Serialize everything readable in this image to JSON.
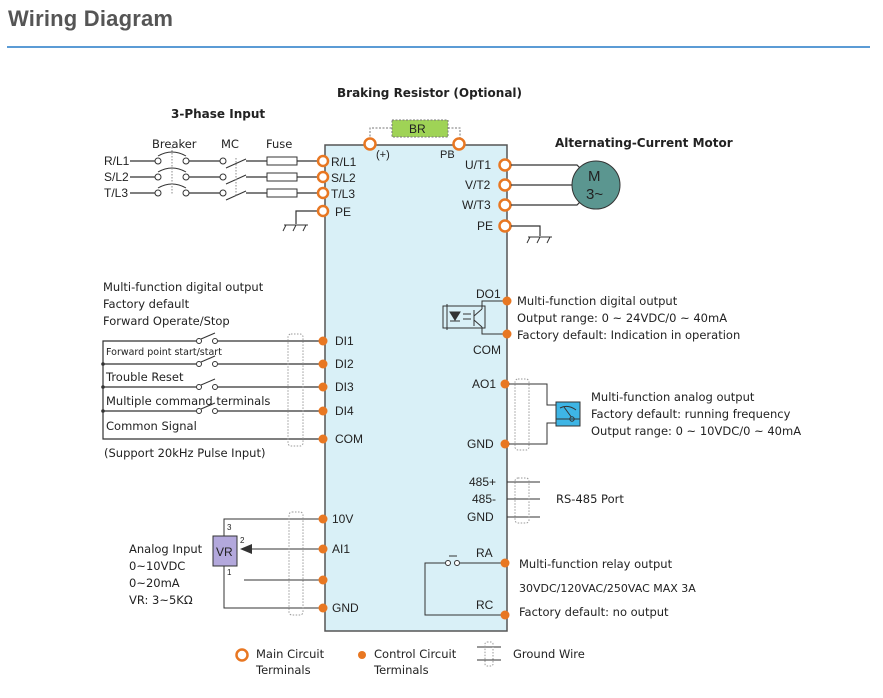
{
  "page": {
    "title": "Wiring Diagram",
    "accent_color": "#5b9bd5"
  },
  "colors": {
    "drive_fill": "#d9f0f7",
    "drive_stroke": "#555555",
    "terminal": "#e87722",
    "br_fill": "#9fd356",
    "motor_fill": "#5b9690",
    "vr_fill": "#b3a8dc",
    "meter_fill": "#3eb5e5"
  },
  "three_phase": {
    "heading": "3-Phase Input",
    "breaker_label": "Breaker",
    "mc_label": "MC",
    "fuse_label": "Fuse",
    "lines": [
      "R/L1",
      "S/L2",
      "T/L3"
    ]
  },
  "braking": {
    "heading": "Braking Resistor (Optional)",
    "resistor_label": "BR",
    "plus_label": "(+)",
    "pb_label": "PB"
  },
  "drive_terminals": {
    "main_left": [
      "R/L1",
      "S/L2",
      "T/L3",
      "PE"
    ],
    "main_right": [
      "U/T1",
      "V/T2",
      "W/T3",
      "PE"
    ],
    "digital_inputs": [
      "DI1",
      "DI2",
      "DI3",
      "DI4",
      "COM"
    ],
    "analog_inputs": [
      "10V",
      "AI1",
      "",
      "GND"
    ],
    "do_labels": [
      "DO1",
      "COM"
    ],
    "ao_labels": [
      "AO1",
      "GND"
    ],
    "rs485_labels": [
      "485+",
      "485-",
      "GND"
    ],
    "relay_labels": [
      "RA",
      "RC"
    ]
  },
  "motor": {
    "heading": "Alternating-Current Motor",
    "symbol_line1": "M",
    "symbol_line2": "3~"
  },
  "digital_inputs_panel": {
    "caption": [
      "Multi-function digital output",
      "Factory default",
      "Forward Operate/Stop"
    ],
    "switch_labels": [
      "Forward point start/start",
      "Trouble Reset",
      "Multiple command terminals",
      "Common Signal"
    ],
    "note": "(Support 20kHz Pulse Input)"
  },
  "digital_output_panel": {
    "lines": [
      "Multi-function digital output",
      "Output range: 0 ~ 24VDC/0 ~ 40mA",
      "Factory default: Indication in operation"
    ]
  },
  "analog_output_panel": {
    "lines": [
      "Multi-function analog output",
      "Factory default: running frequency",
      "Output range: 0 ~ 10VDC/0 ~ 40mA"
    ]
  },
  "rs485_panel": {
    "label": "RS-485 Port"
  },
  "relay_panel": {
    "lines": [
      "Multi-function relay output",
      "30VDC/120VAC/250VAC MAX 3A",
      "Factory default: no output"
    ]
  },
  "analog_input_panel": {
    "lines": [
      "Analog Input",
      "0~10VDC",
      "0~20mA",
      "VR: 3~5KΩ"
    ],
    "vr_label": "VR",
    "pins": [
      "3",
      "2",
      "1"
    ]
  },
  "legend": {
    "main": [
      "Main Circuit",
      "Terminals"
    ],
    "control": [
      "Control Circuit",
      "Terminals"
    ],
    "ground": "Ground Wire"
  }
}
